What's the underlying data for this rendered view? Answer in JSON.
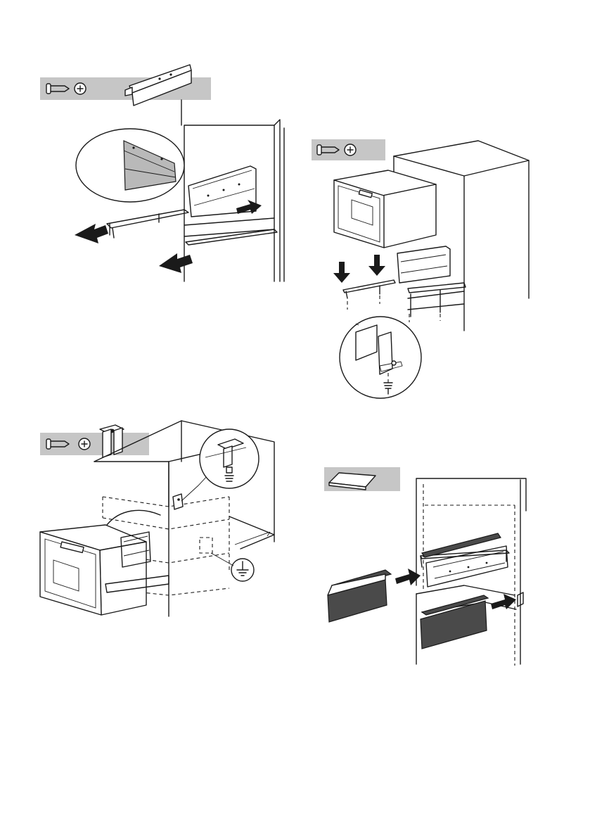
{
  "colors": {
    "toolbar_bg": "#c6c6c6",
    "line": "#1a1a1a",
    "panel_dark": "#4a4a4a",
    "paper": "#ffffff"
  },
  "steps": [
    {
      "id": "remove-rails",
      "tools": [
        "screw-icon",
        "phillips-screwdriver-icon",
        "rail-bracket-icon"
      ],
      "arrows": 3
    },
    {
      "id": "insert-appliance",
      "tools": [
        "screw-icon",
        "phillips-screwdriver-icon"
      ],
      "arrows": 2
    },
    {
      "id": "earth-connection",
      "tools": [
        "screw-icon",
        "phillips-screwdriver-icon",
        "earth-clip-icon"
      ],
      "arrows": 0
    },
    {
      "id": "fit-cover-panels",
      "tools": [
        "cover-strip-icon"
      ],
      "arrows": 2
    }
  ]
}
